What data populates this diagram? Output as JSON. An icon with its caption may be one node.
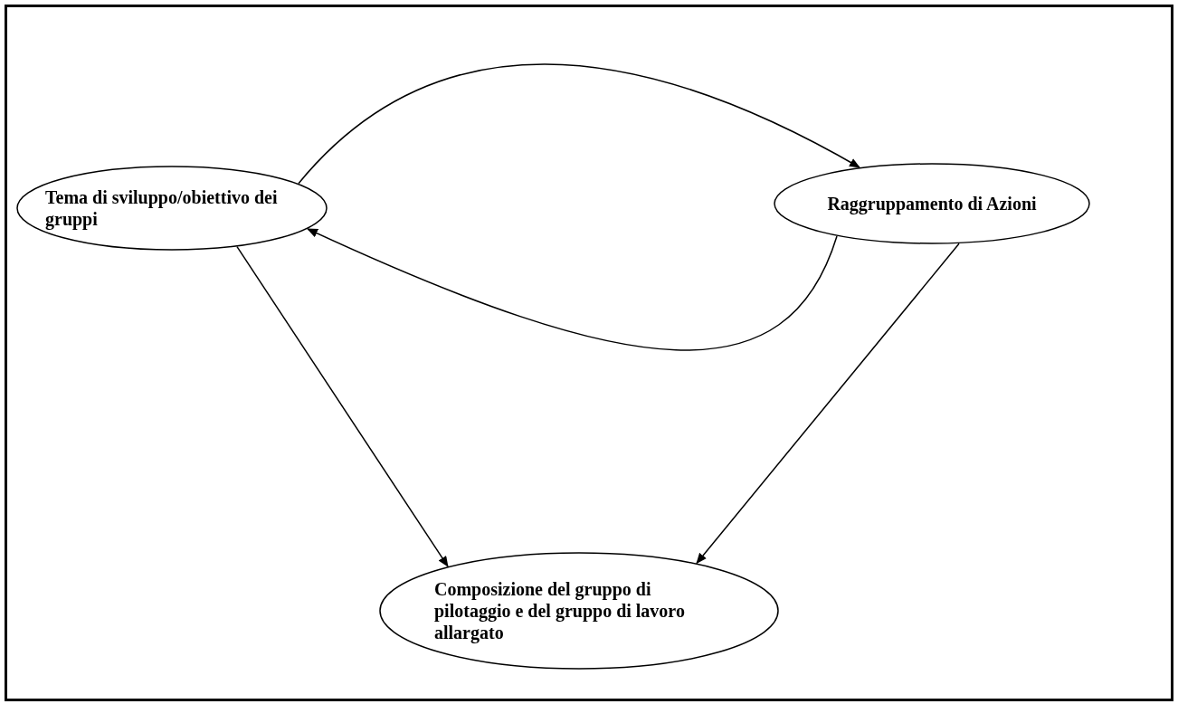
{
  "diagram": {
    "nodes": [
      {
        "text": [
          "Tema di sviluppo/obiettivo dei gruppi"
        ]
      },
      {
        "text": [
          "Raggruppamento di Azioni"
        ]
      },
      {
        "text": [
          "Composizione del gruppo di pilotaggio e  del gruppo di lavoro allargato"
        ]
      }
    ],
    "edges": [
      {
        "from": 0,
        "to": 1,
        "arrow": "to"
      },
      {
        "from": 1,
        "to": 0,
        "arrow": "to"
      },
      {
        "from": 0,
        "to": 2,
        "arrow": "to"
      },
      {
        "from": 1,
        "to": 2,
        "arrow": "to"
      }
    ]
  }
}
